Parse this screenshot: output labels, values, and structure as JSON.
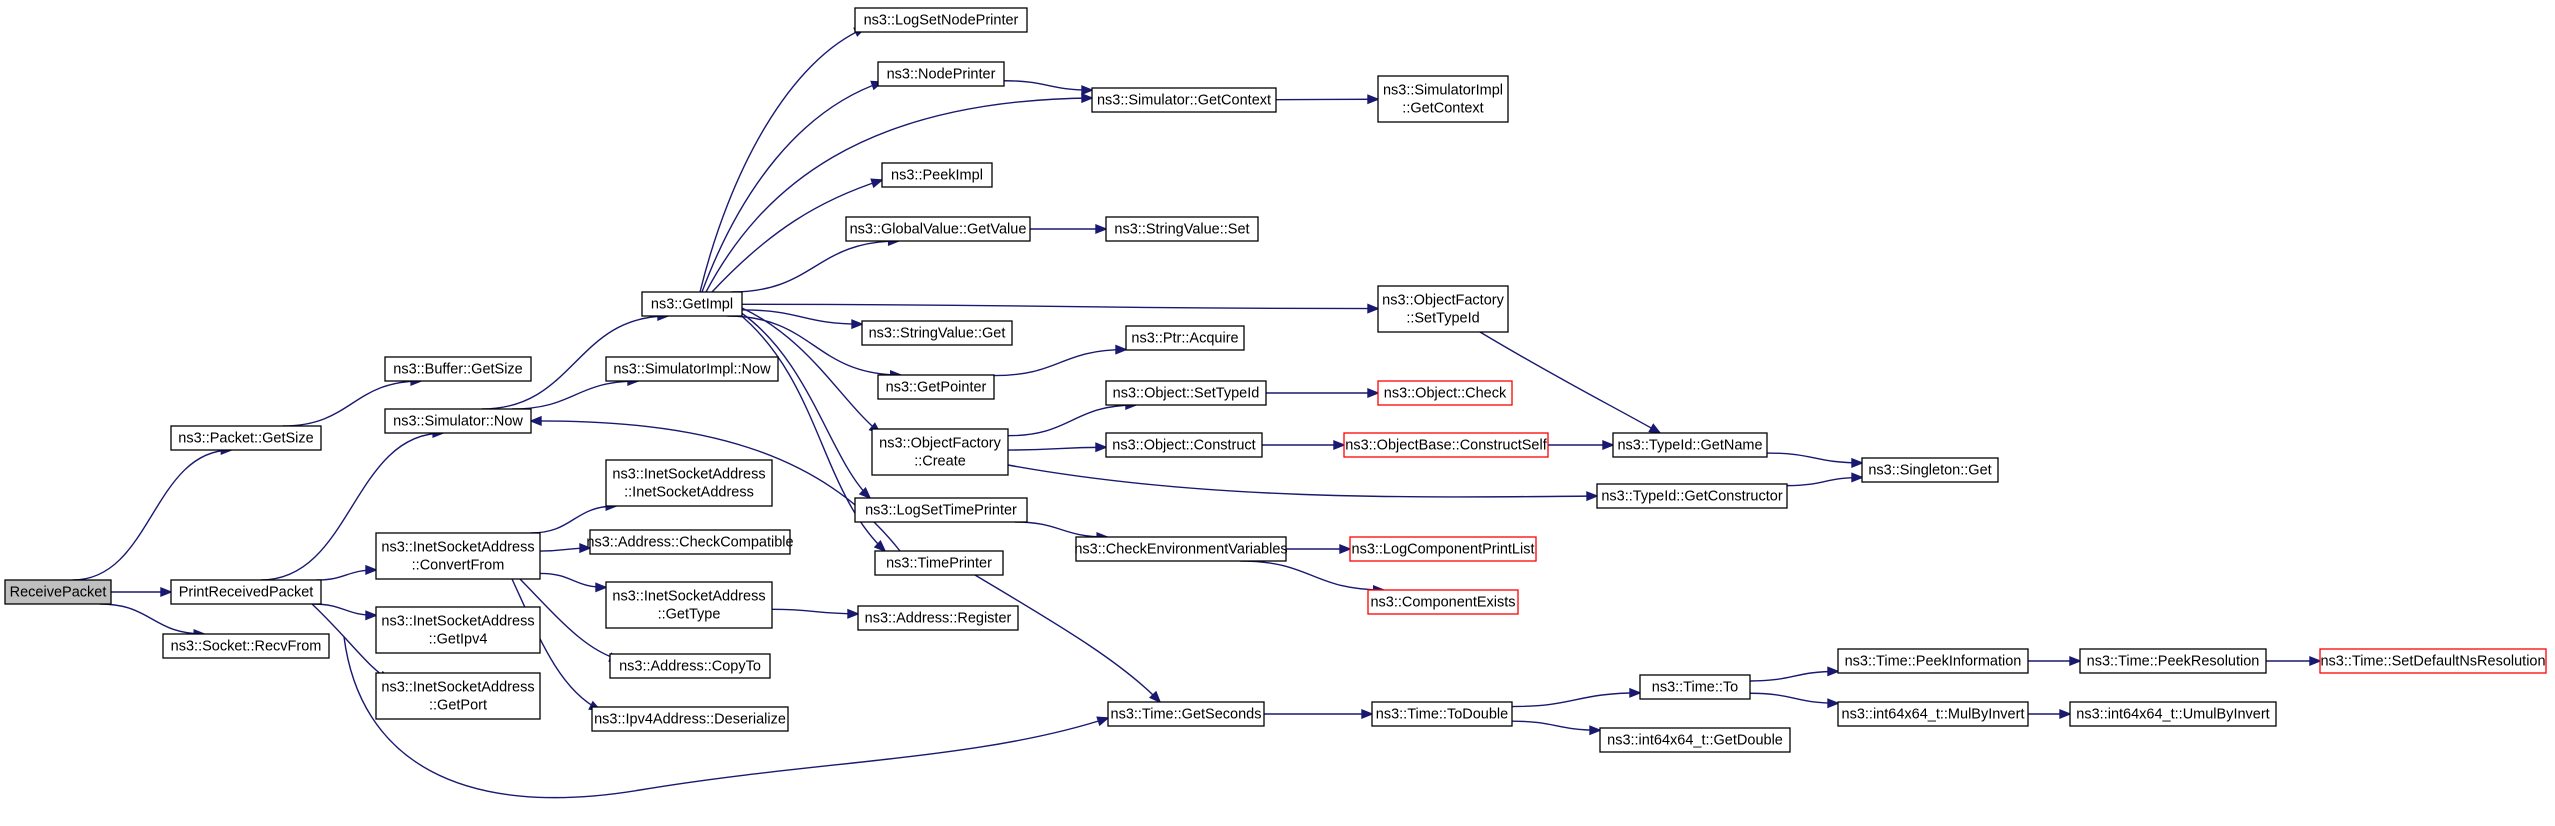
{
  "colors": {
    "edge": "#191970",
    "node_border": "#000000",
    "node_border_truncated": "#ff0000",
    "node_fill": "#ffffff",
    "root_fill": "#bfbfbf"
  },
  "nodes": [
    {
      "id": "receivepacket",
      "lines": [
        "ReceivePacket"
      ],
      "root": true
    },
    {
      "id": "packet-getsize",
      "lines": [
        "ns3::Packet::GetSize"
      ]
    },
    {
      "id": "printreceivedpacket",
      "lines": [
        "PrintReceivedPacket"
      ]
    },
    {
      "id": "socket-recvfrom",
      "lines": [
        "ns3::Socket::RecvFrom"
      ]
    },
    {
      "id": "buffer-getsize",
      "lines": [
        "ns3::Buffer::GetSize"
      ]
    },
    {
      "id": "simulator-now",
      "lines": [
        "ns3::Simulator::Now"
      ]
    },
    {
      "id": "inetsocketaddress-convertfrom",
      "lines": [
        "ns3::InetSocketAddress",
        "::ConvertFrom"
      ]
    },
    {
      "id": "inetsocketaddress-getipv4",
      "lines": [
        "ns3::InetSocketAddress",
        "::GetIpv4"
      ]
    },
    {
      "id": "inetsocketaddress-getport",
      "lines": [
        "ns3::InetSocketAddress",
        "::GetPort"
      ]
    },
    {
      "id": "getimpl",
      "lines": [
        "ns3::GetImpl"
      ]
    },
    {
      "id": "simulatorimpl-now",
      "lines": [
        "ns3::SimulatorImpl::Now"
      ]
    },
    {
      "id": "inetsocketaddress-ctor",
      "lines": [
        "ns3::InetSocketAddress",
        "::InetSocketAddress"
      ]
    },
    {
      "id": "address-checkcompatible",
      "lines": [
        "ns3::Address::CheckCompatible"
      ]
    },
    {
      "id": "inetsocketaddress-gettype",
      "lines": [
        "ns3::InetSocketAddress",
        "::GetType"
      ]
    },
    {
      "id": "address-copyto",
      "lines": [
        "ns3::Address::CopyTo"
      ]
    },
    {
      "id": "ipv4address-deserialize",
      "lines": [
        "ns3::Ipv4Address::Deserialize"
      ]
    },
    {
      "id": "logsetnodeprinter",
      "lines": [
        "ns3::LogSetNodePrinter"
      ]
    },
    {
      "id": "nodeprinter",
      "lines": [
        "ns3::NodePrinter"
      ]
    },
    {
      "id": "peekimpl",
      "lines": [
        "ns3::PeekImpl"
      ]
    },
    {
      "id": "globalvalue-getvalue",
      "lines": [
        "ns3::GlobalValue::GetValue"
      ]
    },
    {
      "id": "stringvalue-get",
      "lines": [
        "ns3::StringValue::Get"
      ]
    },
    {
      "id": "getpointer",
      "lines": [
        "ns3::GetPointer"
      ]
    },
    {
      "id": "objectfactory-create",
      "lines": [
        "ns3::ObjectFactory",
        "::Create"
      ]
    },
    {
      "id": "logsettimeprinter",
      "lines": [
        "ns3::LogSetTimePrinter"
      ]
    },
    {
      "id": "timeprinter",
      "lines": [
        "ns3::TimePrinter"
      ]
    },
    {
      "id": "address-register",
      "lines": [
        "ns3::Address::Register"
      ]
    },
    {
      "id": "simulator-getcontext",
      "lines": [
        "ns3::Simulator::GetContext"
      ]
    },
    {
      "id": "stringvalue-set",
      "lines": [
        "ns3::StringValue::Set"
      ]
    },
    {
      "id": "ptr-acquire",
      "lines": [
        "ns3::Ptr::Acquire"
      ]
    },
    {
      "id": "object-settypeid",
      "lines": [
        "ns3::Object::SetTypeId"
      ]
    },
    {
      "id": "object-construct",
      "lines": [
        "ns3::Object::Construct"
      ]
    },
    {
      "id": "checkenvironmentvariables",
      "lines": [
        "ns3::CheckEnvironmentVariables"
      ]
    },
    {
      "id": "time-getseconds",
      "lines": [
        "ns3::Time::GetSeconds"
      ]
    },
    {
      "id": "simulatorimpl-getcontext",
      "lines": [
        "ns3::SimulatorImpl",
        "::GetContext"
      ]
    },
    {
      "id": "objectfactory-settypeid",
      "lines": [
        "ns3::ObjectFactory",
        "::SetTypeId"
      ]
    },
    {
      "id": "object-check",
      "lines": [
        "ns3::Object::Check"
      ],
      "truncated": true
    },
    {
      "id": "objectbase-constructself",
      "lines": [
        "ns3::ObjectBase::ConstructSelf"
      ],
      "truncated": true
    },
    {
      "id": "logcomponentprintlist",
      "lines": [
        "ns3::LogComponentPrintList"
      ],
      "truncated": true
    },
    {
      "id": "componentexists",
      "lines": [
        "ns3::ComponentExists"
      ],
      "truncated": true
    },
    {
      "id": "time-todouble",
      "lines": [
        "ns3::Time::ToDouble"
      ]
    },
    {
      "id": "typeid-getname",
      "lines": [
        "ns3::TypeId::GetName"
      ]
    },
    {
      "id": "typeid-getconstructor",
      "lines": [
        "ns3::TypeId::GetConstructor"
      ]
    },
    {
      "id": "time-to",
      "lines": [
        "ns3::Time::To"
      ]
    },
    {
      "id": "int64x64-getdouble",
      "lines": [
        "ns3::int64x64_t::GetDouble"
      ]
    },
    {
      "id": "singleton-get",
      "lines": [
        "ns3::Singleton::Get"
      ]
    },
    {
      "id": "time-peekinformation",
      "lines": [
        "ns3::Time::PeekInformation"
      ]
    },
    {
      "id": "int64x64-mulbyinvert",
      "lines": [
        "ns3::int64x64_t::MulByInvert"
      ]
    },
    {
      "id": "time-peekresolution",
      "lines": [
        "ns3::Time::PeekResolution"
      ]
    },
    {
      "id": "int64x64-umulbyinvert",
      "lines": [
        "ns3::int64x64_t::UmulByInvert"
      ]
    },
    {
      "id": "time-setdefaultnsresolution",
      "lines": [
        "ns3::Time::SetDefaultNsResolution"
      ],
      "truncated": true
    }
  ],
  "edges": [
    [
      "receivepacket",
      "packet-getsize"
    ],
    [
      "receivepacket",
      "printreceivedpacket"
    ],
    [
      "receivepacket",
      "socket-recvfrom"
    ],
    [
      "packet-getsize",
      "buffer-getsize"
    ],
    [
      "printreceivedpacket",
      "simulator-now"
    ],
    [
      "printreceivedpacket",
      "inetsocketaddress-convertfrom"
    ],
    [
      "printreceivedpacket",
      "inetsocketaddress-getipv4"
    ],
    [
      "printreceivedpacket",
      "inetsocketaddress-getport"
    ],
    [
      "printreceivedpacket",
      "time-getseconds"
    ],
    [
      "simulator-now",
      "getimpl"
    ],
    [
      "simulator-now",
      "simulatorimpl-now"
    ],
    [
      "inetsocketaddress-convertfrom",
      "inetsocketaddress-ctor"
    ],
    [
      "inetsocketaddress-convertfrom",
      "address-checkcompatible"
    ],
    [
      "inetsocketaddress-convertfrom",
      "inetsocketaddress-gettype"
    ],
    [
      "inetsocketaddress-convertfrom",
      "address-copyto"
    ],
    [
      "inetsocketaddress-convertfrom",
      "ipv4address-deserialize"
    ],
    [
      "getimpl",
      "logsetnodeprinter"
    ],
    [
      "getimpl",
      "nodeprinter"
    ],
    [
      "getimpl",
      "simulator-getcontext"
    ],
    [
      "getimpl",
      "peekimpl"
    ],
    [
      "getimpl",
      "globalvalue-getvalue"
    ],
    [
      "getimpl",
      "objectfactory-settypeid"
    ],
    [
      "getimpl",
      "stringvalue-get"
    ],
    [
      "getimpl",
      "getpointer"
    ],
    [
      "getimpl",
      "objectfactory-create"
    ],
    [
      "getimpl",
      "logsettimeprinter"
    ],
    [
      "getimpl",
      "timeprinter"
    ],
    [
      "inetsocketaddress-gettype",
      "address-register"
    ],
    [
      "nodeprinter",
      "simulator-getcontext"
    ],
    [
      "simulator-getcontext",
      "simulatorimpl-getcontext"
    ],
    [
      "globalvalue-getvalue",
      "stringvalue-set"
    ],
    [
      "getpointer",
      "ptr-acquire"
    ],
    [
      "objectfactory-create",
      "object-settypeid"
    ],
    [
      "objectfactory-create",
      "object-construct"
    ],
    [
      "objectfactory-create",
      "typeid-getconstructor"
    ],
    [
      "logsettimeprinter",
      "checkenvironmentvariables"
    ],
    [
      "timeprinter",
      "simulator-now"
    ],
    [
      "timeprinter",
      "time-getseconds"
    ],
    [
      "object-settypeid",
      "object-check"
    ],
    [
      "object-construct",
      "objectbase-constructself"
    ],
    [
      "objectfactory-settypeid",
      "typeid-getname"
    ],
    [
      "objectbase-constructself",
      "typeid-getname"
    ],
    [
      "typeid-getname",
      "singleton-get"
    ],
    [
      "typeid-getconstructor",
      "singleton-get"
    ],
    [
      "checkenvironmentvariables",
      "logcomponentprintlist"
    ],
    [
      "checkenvironmentvariables",
      "componentexists"
    ],
    [
      "time-getseconds",
      "time-todouble"
    ],
    [
      "time-todouble",
      "time-to"
    ],
    [
      "time-todouble",
      "int64x64-getdouble"
    ],
    [
      "time-to",
      "time-peekinformation"
    ],
    [
      "time-to",
      "int64x64-mulbyinvert"
    ],
    [
      "time-peekinformation",
      "time-peekresolution"
    ],
    [
      "time-peekresolution",
      "time-setdefaultnsresolution"
    ],
    [
      "int64x64-mulbyinvert",
      "int64x64-umulbyinvert"
    ]
  ]
}
